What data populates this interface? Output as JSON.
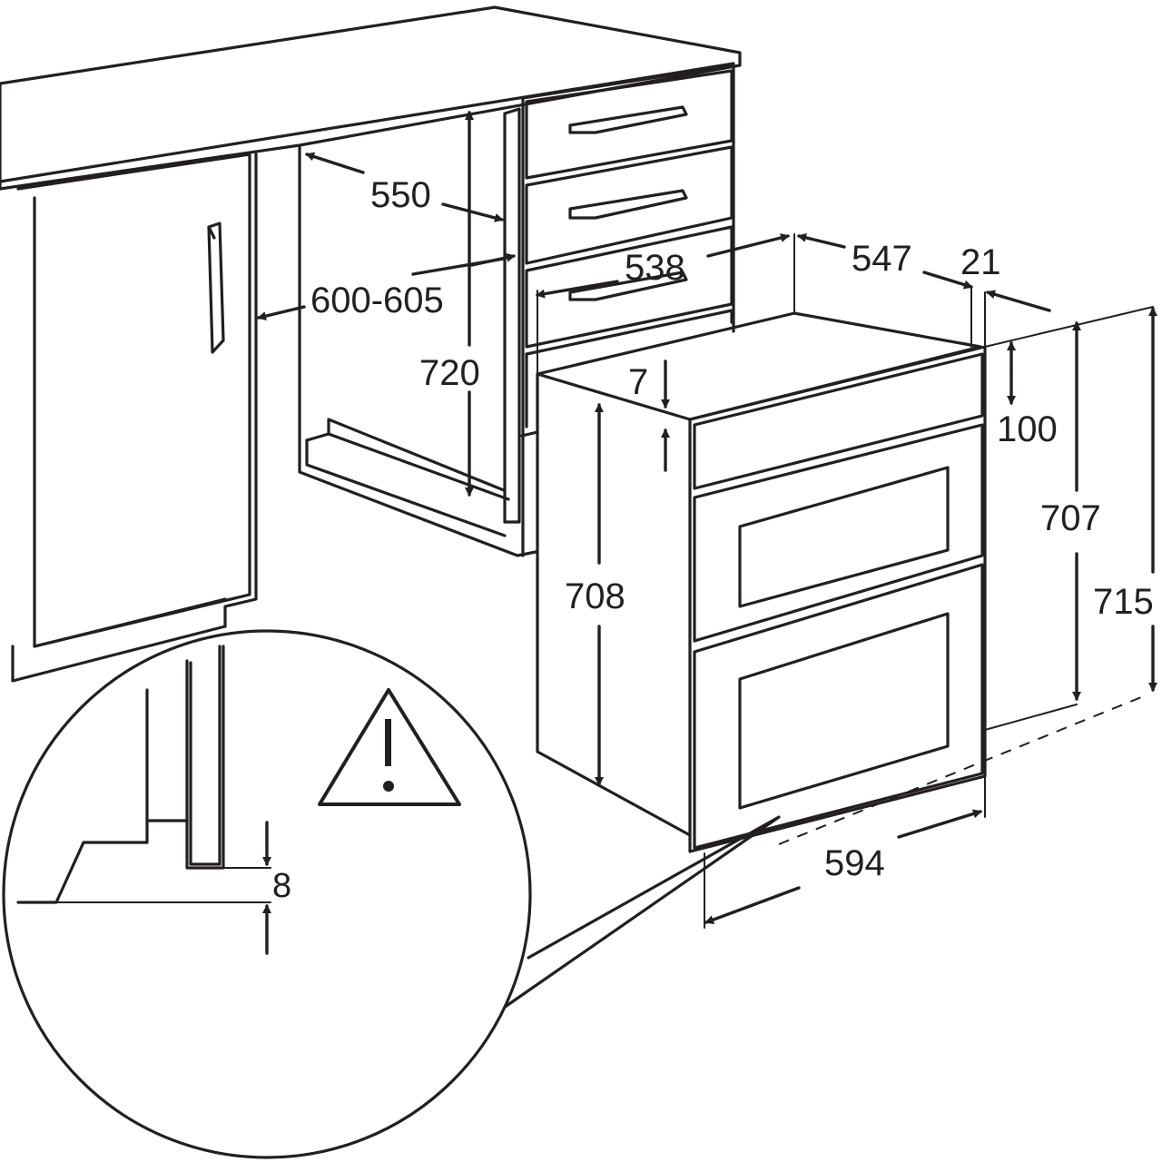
{
  "dimensions": {
    "cabinet_depth": "550",
    "niche_width": "600-605",
    "niche_height": "720",
    "appliance_depth": "538",
    "total_depth": "547",
    "panel_thickness": "21",
    "top_gap": "7",
    "control_panel_height": "100",
    "body_height": "708",
    "front_height": "707",
    "total_height": "715",
    "front_width": "594",
    "detail_gap": "8"
  },
  "icons": {
    "warning": "warning-triangle-icon"
  }
}
